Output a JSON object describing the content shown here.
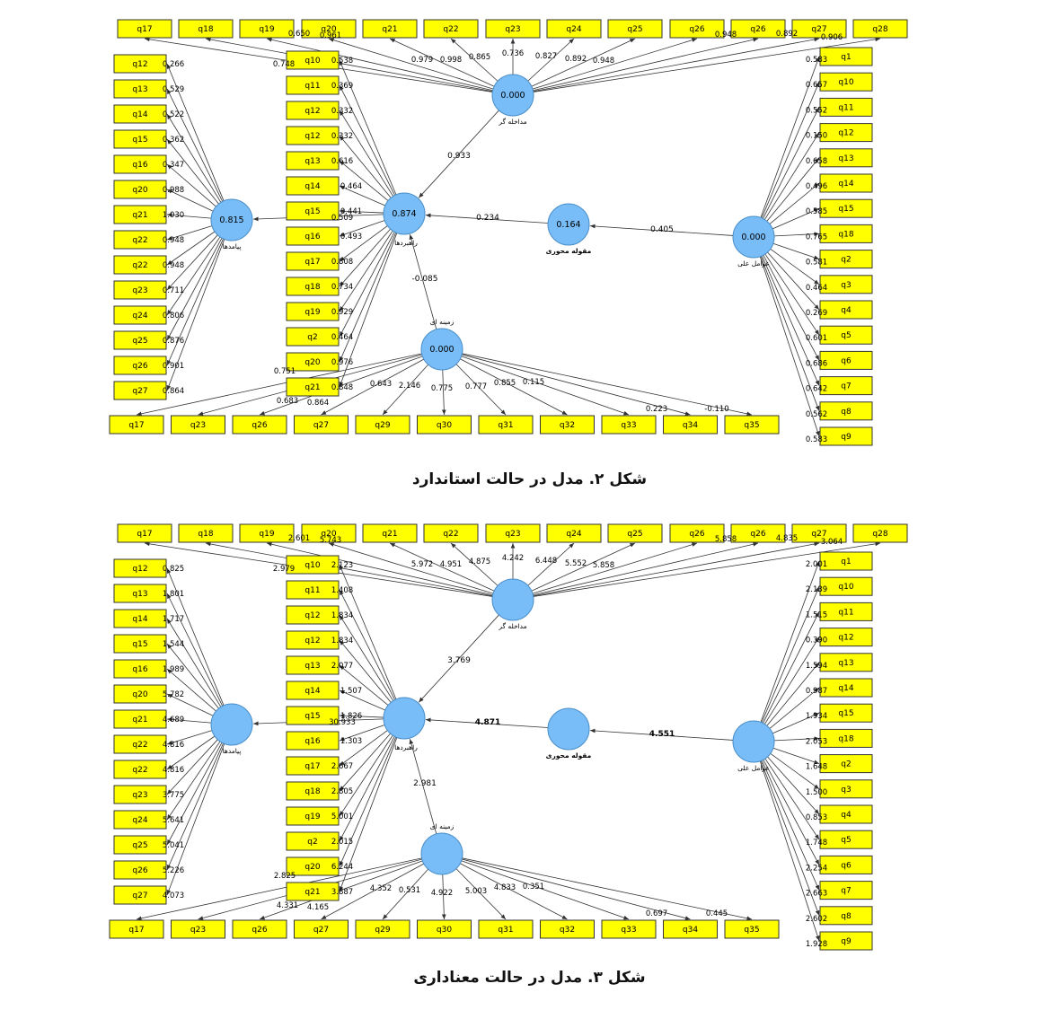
{
  "colors": {
    "box_fill": "#ffff00",
    "box_stroke": "#333333",
    "latent_fill": "#78bdf8",
    "latent_stroke": "#4a8ec8",
    "line": "#333333"
  },
  "indicators": {
    "top": [
      "q17",
      "q18",
      "q19",
      "q20",
      "q21",
      "q22",
      "q23",
      "q24",
      "q25",
      "q26",
      "q26",
      "q27",
      "q28"
    ],
    "left": [
      "q12",
      "q13",
      "q14",
      "q15",
      "q16",
      "q20",
      "q21",
      "q22",
      "q22",
      "q23",
      "q24",
      "q25",
      "q26",
      "q27"
    ],
    "mid": [
      "q10",
      "q11",
      "q12",
      "q12",
      "q13",
      "q14",
      "q15",
      "q16",
      "q17",
      "q18",
      "q19",
      "q2",
      "q20",
      "q21"
    ],
    "right": [
      "q1",
      "q10",
      "q11",
      "q12",
      "q13",
      "q14",
      "q15",
      "q18",
      "q2",
      "q3",
      "q4",
      "q5",
      "q6",
      "q7",
      "q8",
      "q9"
    ],
    "bottom": [
      "q17",
      "q23",
      "q26",
      "q27",
      "q29",
      "q30",
      "q31",
      "q32",
      "q33",
      "q34",
      "q35"
    ]
  },
  "latent_labels": {
    "moderator": "مداخله گر",
    "outcome": "پیامدها",
    "strategy": "راهبردها",
    "category": "مقوله محوری",
    "causal": "عوامل علی",
    "context": "زمینه ای"
  },
  "figures": [
    {
      "caption": "شکل ۲. مدل در حالت استاندارد",
      "latent_values": {
        "moderator": "0.000",
        "outcome": "0.815",
        "strategy": "0.874",
        "category": "0.164",
        "causal": "0.000",
        "context": "0.000"
      },
      "paths": {
        "moderator_strategy": "0.933",
        "category_strategy": "0.234",
        "causal_category": "0.405",
        "context_strategy": "-0.085"
      },
      "loadings": {
        "top": [
          "0.748",
          "",
          "",
          "0.650",
          "0.961",
          "0.979",
          "0.998",
          "0.865",
          "0.736",
          "0.827",
          "0.892",
          "0.948",
          "0.948",
          "0.892",
          "0.906"
        ],
        "left": [
          "0.266",
          "0.529",
          "0.522",
          "0.362",
          "0.347",
          "0.988",
          "1.030",
          "0.948",
          "0.948",
          "0.711",
          "0.806",
          "0.876",
          "0.901",
          "0.864"
        ],
        "mid": [
          "0.538",
          "0.369",
          "0.332",
          "0.332",
          "0.616",
          "0.464",
          "0.441",
          "0.493",
          "0.808",
          "0.734",
          "0.929",
          "0.464",
          "0.976",
          "0.848"
        ],
        "mid_extra": "0.509",
        "right": [
          "0.583",
          "0.657",
          "0.552",
          "0.150",
          "0.658",
          "0.496",
          "0.585",
          "0.765",
          "0.581",
          "0.464",
          "0.269",
          "0.601",
          "0.686",
          "0.642",
          "0.562",
          "0.583"
        ],
        "bottom": [
          "0.751",
          "0.683",
          "0.864",
          "0.643",
          "2.146",
          "0.775",
          "0.777",
          "0.855",
          "0.115",
          "0.223",
          "-0.110"
        ]
      }
    },
    {
      "caption": "شکل ۳. مدل در حالت معناداری",
      "latent_values": {
        "moderator": "",
        "outcome": "",
        "strategy": "",
        "category": "",
        "causal": "",
        "context": ""
      },
      "paths": {
        "moderator_strategy": "3.769",
        "category_strategy": "4.871",
        "causal_category": "4.551",
        "context_strategy": "2.981"
      },
      "loadings": {
        "top": [
          "2.979",
          "",
          "",
          "2.601",
          "5.743",
          "5.972",
          "4.951",
          "4.875",
          "4.242",
          "6.448",
          "5.552",
          "5.858",
          "5.858",
          "4.835",
          "3.064"
        ],
        "left": [
          "0.825",
          "1.801",
          "1.717",
          "1.544",
          "1.989",
          "5.782",
          "4.689",
          "4.816",
          "4.816",
          "3.775",
          "5.641",
          "5.041",
          "5.226",
          "4.073"
        ],
        "mid": [
          "2.123",
          "1.408",
          "1.834",
          "1.834",
          "2.077",
          "1.507",
          "1.826",
          "1.303",
          "2.667",
          "2.805",
          "5.001",
          "2.015",
          "6.244",
          "3.887"
        ],
        "mid_extra": "30.933",
        "right": [
          "2.001",
          "2.139",
          "1.515",
          "0.390",
          "1.594",
          "0.987",
          "1.934",
          "2.053",
          "1.648",
          "1.500",
          "0.853",
          "1.748",
          "2.254",
          "2.663",
          "2.602",
          "1.928"
        ],
        "bottom": [
          "2.825",
          "4.331",
          "4.165",
          "4.352",
          "0.531",
          "4.922",
          "5.003",
          "4.833",
          "0.351",
          "0.697",
          "0.445"
        ]
      }
    }
  ]
}
